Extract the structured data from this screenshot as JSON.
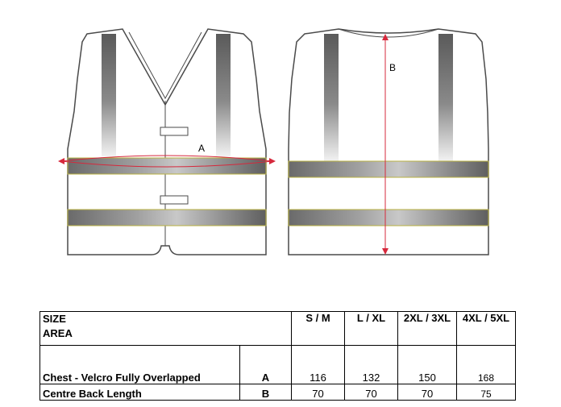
{
  "diagram": {
    "front_label": "A",
    "back_label": "B",
    "colors": {
      "outline": "#4a4a4a",
      "stripe_dark": "#5a5a5a",
      "stripe_light": "#dcdcdc",
      "band_edge": "#b8b040",
      "measure": "#d6283c"
    }
  },
  "table": {
    "header_line1": "SIZE",
    "header_line2": "AREA",
    "sizes": [
      "S / M",
      "L / XL",
      "2XL / 3XL",
      "4XL / 5XL"
    ],
    "rows": [
      {
        "label": "Chest - Velcro Fully Overlapped",
        "code": "A",
        "values": [
          "116",
          "132",
          "150",
          "168"
        ]
      },
      {
        "label": "Centre Back Length",
        "code": "B",
        "values": [
          "70",
          "70",
          "70",
          "75"
        ]
      }
    ]
  }
}
